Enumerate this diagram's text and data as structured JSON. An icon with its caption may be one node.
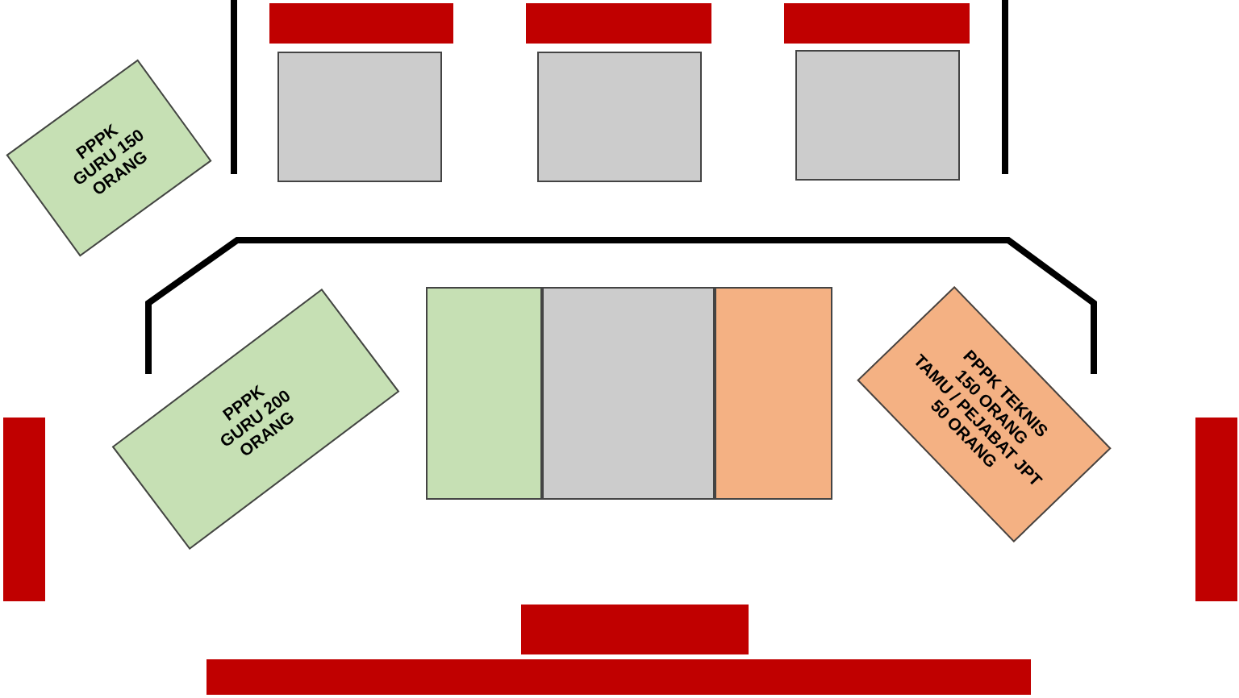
{
  "diagram": {
    "nodes": [
      {
        "text": [],
        "shape": "bar"
      },
      {
        "text": [],
        "shape": "bar"
      },
      {
        "text": [],
        "shape": "bar"
      },
      {
        "text": [],
        "shape": "box"
      },
      {
        "text": [],
        "shape": "box"
      },
      {
        "text": [],
        "shape": "box"
      },
      {
        "text": [
          "PPPK GURU 150 ORANG"
        ]
      },
      {
        "text": [],
        "shape": "box"
      },
      {
        "text": [],
        "shape": "box"
      },
      {
        "text": [],
        "shape": "box"
      },
      {
        "text": [
          "PPPK GURU 200 ORANG"
        ]
      },
      {
        "text": [
          "PPPK TEKNIS 150 ORANG",
          "TAMU / PEJABAT  JPT 50 ORANG"
        ]
      },
      {
        "text": [],
        "shape": "bar"
      },
      {
        "text": [],
        "shape": "bar"
      },
      {
        "text": [],
        "shape": "bar"
      },
      {
        "text": [],
        "shape": "bar"
      }
    ]
  }
}
